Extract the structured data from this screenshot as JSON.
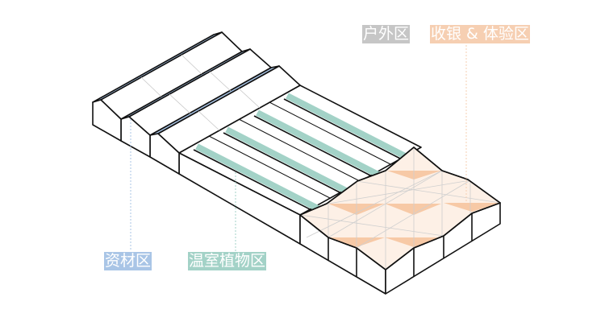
{
  "labels": {
    "outdoor": "户外区",
    "checkout": "收银 & 体验区",
    "material": "资材区",
    "greenhouse": "温室植物区"
  },
  "colors": {
    "outdoor": "#c6c6c6",
    "checkout": "#f6cfb2",
    "material": "#a9c5e6",
    "greenhouse": "#a3d2c7",
    "outline": "#111111"
  }
}
